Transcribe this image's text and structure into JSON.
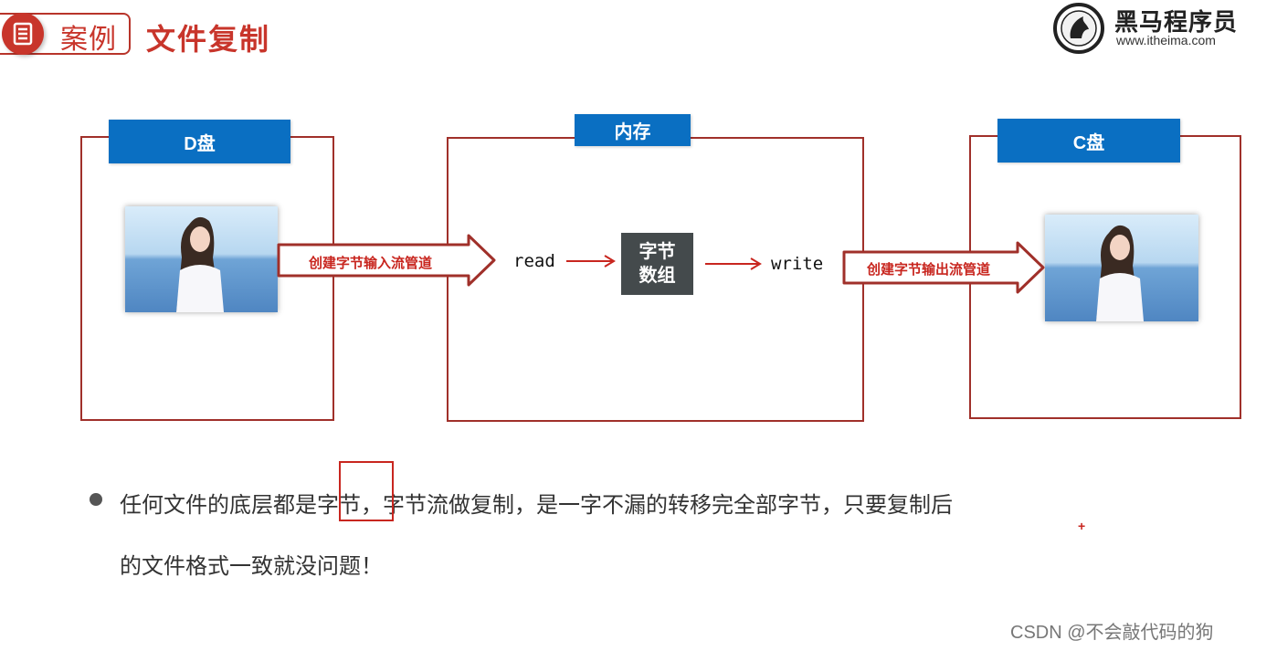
{
  "header": {
    "case_label": "案例",
    "title": "文件复制",
    "brand_name": "黑马程序员",
    "brand_url": "www.itheima.com"
  },
  "diagram": {
    "source": {
      "label": "D盘"
    },
    "memory": {
      "label": "内存"
    },
    "target": {
      "label": "C盘"
    },
    "input_arrow_label": "创建字节输入流管道",
    "read_label": "read",
    "byte_array_line1": "字节",
    "byte_array_line2": "数组",
    "write_label": "write",
    "output_arrow_label": "创建字节输出流管道"
  },
  "body": {
    "line1_pre": "任何文件的底层都是",
    "line1_highlight": "字节",
    "line1_post": "，字节流做复制，是一字不漏的转移完全部字节，只要复制后",
    "line2": "的文件格式一致就没问题！"
  },
  "watermark": "CSDN @不会敲代码的狗",
  "colors": {
    "accent_red": "#c8352b",
    "box_border": "#a0302a",
    "label_blue": "#0a6fc2",
    "byte_box": "#444a4c"
  },
  "icons": [
    "document-icon",
    "horse-logo-icon",
    "photo-icon",
    "arrow-right-icon"
  ]
}
